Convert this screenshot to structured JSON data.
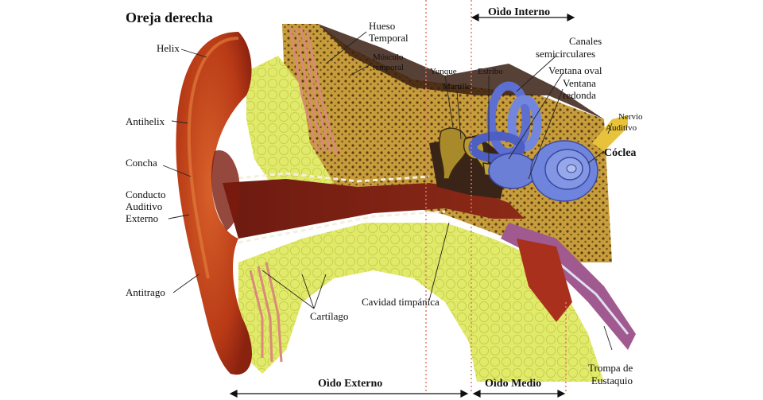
{
  "title": "Oreja derecha",
  "labels": {
    "helix": "Helix",
    "antihelix": "Antihelix",
    "concha": "Concha",
    "conducto_1": "Conducto",
    "conducto_2": "Auditivo",
    "conducto_3": "Externo",
    "antitrago": "Antitrago",
    "cartilago": "Cartílago",
    "cavidad": "Cavidad timpánica",
    "hueso_1": "Hueso",
    "hueso_2": "Temporal",
    "musculo_1": "Músculo",
    "musculo_2": "temporal",
    "yunque": "Yunque",
    "martillo": "Martillo",
    "estribo": "Estribo",
    "canales_1": "Canales",
    "canales_2": "semicirculares",
    "ventana_oval": "Ventana oval",
    "ventana_redonda_1": "Ventana",
    "ventana_redonda_2": "redonda",
    "nervio_1": "Nervio",
    "nervio_2": "Auditivo",
    "coclea": "Cóclea",
    "trompa_1": "Trompa de",
    "trompa_2": "Eustaquio"
  },
  "sections": {
    "interno": "Oìdo Interno",
    "externo": "Oìdo Externo",
    "medio": "Oìdo Medio"
  },
  "colors": {
    "auricle": "#c4421a",
    "bone": "#c9a33e",
    "fat": "#e4ec6a",
    "cochlea": "#6b7fd6",
    "canal": "#7a1e14",
    "divider": "#e07a6a"
  }
}
